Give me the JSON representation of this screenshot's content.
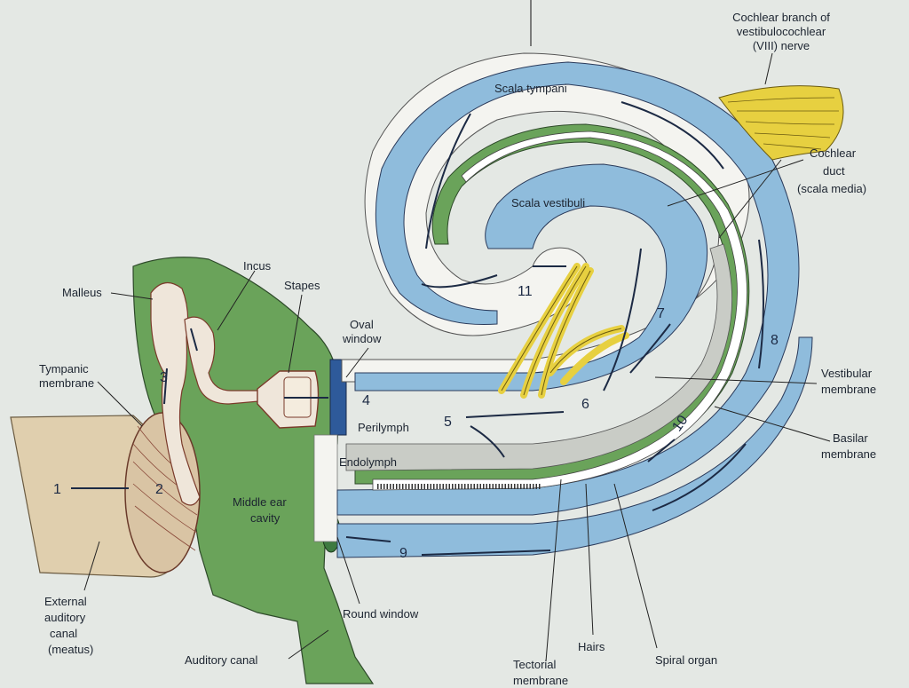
{
  "labels": {
    "cochlear_branch": [
      "Cochlear branch of",
      "vestibulocochlear",
      "(VIII) nerve"
    ],
    "scala_tympani": "Scala tympani",
    "scala_vestibuli": "Scala vestibuli",
    "cochlear_duct": [
      "Cochlear",
      "duct",
      "(scala media)"
    ],
    "malleus": "Malleus",
    "incus": "Incus",
    "stapes": "Stapes",
    "oval_window": [
      "Oval",
      "window"
    ],
    "tympanic_membrane": [
      "Tympanic",
      "membrane"
    ],
    "perilymph": "Perilymph",
    "endolymph": "Endolymph",
    "middle_ear_cavity": [
      "Middle ear",
      "cavity"
    ],
    "external_auditory_canal": [
      "External",
      "auditory",
      "canal",
      "(meatus)"
    ],
    "round_window": "Round window",
    "auditory_canal": "Auditory canal",
    "vestibular_membrane": [
      "Vestibular",
      "membrane"
    ],
    "basilar_membrane": [
      "Basilar",
      "membrane"
    ],
    "tectorial_membrane": [
      "Tectorial",
      "membrane"
    ],
    "hairs": "Hairs",
    "spiral_organ": "Spiral organ"
  },
  "step_numbers": [
    "1",
    "2",
    "3",
    "4",
    "5",
    "6",
    "7",
    "8",
    "9",
    "10",
    "11"
  ],
  "colors": {
    "background": "#e4e8e4",
    "perilymph_blue": "#8fbcdc",
    "bone_green": "#6aa35a",
    "endolymph_gray": "#c9ccc6",
    "nerve_yellow": "#e7d040",
    "canal_tan": "#e0cfae",
    "ossicle": "#efe6da",
    "outline": "#3a3a3a"
  }
}
